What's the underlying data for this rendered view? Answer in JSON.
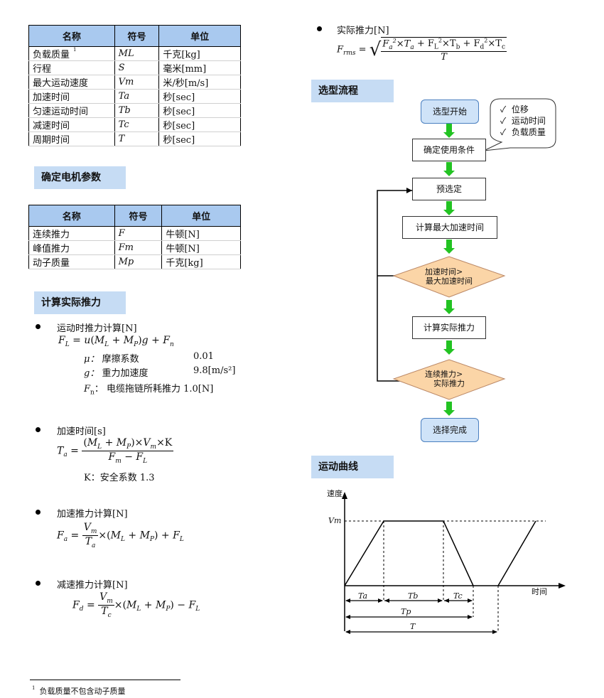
{
  "table1": {
    "headers": [
      "名称",
      "符号",
      "单位"
    ],
    "rows": [
      {
        "name": "负载质量",
        "sym": "ML",
        "unit": "千克[kg]",
        "footnote": "1"
      },
      {
        "name": "行程",
        "sym": "S",
        "unit": "毫米[mm]"
      },
      {
        "name": "最大运动速度",
        "sym": "Vm",
        "unit": "米/秒[m/s]"
      },
      {
        "name": "加速时间",
        "sym": "Ta",
        "unit": "秒[sec]"
      },
      {
        "name": "匀速运动时间",
        "sym": "Tb",
        "unit": "秒[sec]"
      },
      {
        "name": "减速时间",
        "sym": "Tc",
        "unit": "秒[sec]"
      },
      {
        "name": "周期时间",
        "sym": "T",
        "unit": "秒[sec]"
      }
    ]
  },
  "section_motor": "确定电机参数",
  "table2": {
    "headers": [
      "名称",
      "符号",
      "单位"
    ],
    "rows": [
      {
        "name": "连续推力",
        "sym": "F",
        "unit": "牛顿[N]"
      },
      {
        "name": "峰值推力",
        "sym": "Fm",
        "unit": "牛顿[N]"
      },
      {
        "name": "动子质量",
        "sym": "Mp",
        "unit": "千克[kg]"
      }
    ]
  },
  "section_force": "计算实际推力",
  "bullets": {
    "motion": "运动时推力计算[N]",
    "accel_time": "加速时间[s]",
    "accel_force": "加速推力计算[N]",
    "decel_force": "减速推力计算[N]",
    "rms_force": "实际推力[N]"
  },
  "variables": {
    "mu_sym": "μ：",
    "mu_desc": "摩擦系数",
    "mu_val": "0.01",
    "g_sym": "g：",
    "g_desc": "重力加速度",
    "g_val": "9.8[m/s²]",
    "fn_sym": "F",
    "fn_desc": "： 电缆拖链所耗推力 1.0[N]",
    "k_desc": "K：安全系数 1.3"
  },
  "footnote": "负载质量不包含动子质量",
  "footnote_mark": "1",
  "section_flow": "选型流程",
  "flow": {
    "start": "选型开始",
    "conditions": "确定使用条件",
    "preselect": "预选定",
    "calc_max_accel": "计算最大加速时间",
    "decision1_l1": "加速时间>",
    "decision1_l2": "最大加速时间",
    "calc_force": "计算实际推力",
    "decision2_l1": "连续推力>",
    "decision2_l2": "实际推力",
    "done": "选择完成",
    "callout": [
      "位移",
      "运动时间",
      "负载质量"
    ],
    "check": "✓"
  },
  "section_curve": "运动曲线",
  "curve": {
    "ylabel": "速度",
    "xlabel": "时间",
    "vm": "Vm",
    "ta": "Ta",
    "tb": "Tb",
    "tc": "Tc",
    "tp": "Tp",
    "t": "T"
  }
}
